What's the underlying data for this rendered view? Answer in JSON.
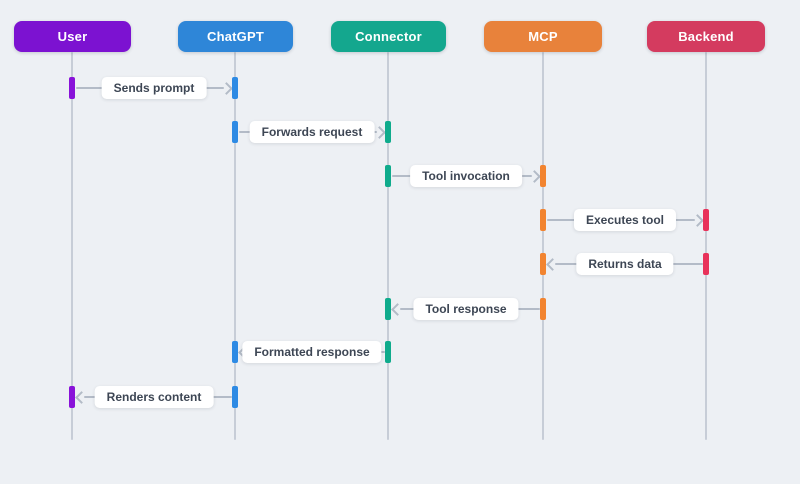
{
  "diagram": {
    "type": "sequence-diagram",
    "background_color": "#edf0f4",
    "lifeline_color": "#c7cdd7",
    "arrow_color": "#b3bbc7",
    "label_text_color": "#3d4654",
    "actors": [
      {
        "name": "User",
        "color": "#7c12d1"
      },
      {
        "name": "ChatGPT",
        "color": "#2e86d8"
      },
      {
        "name": "Connector",
        "color": "#14a78e"
      },
      {
        "name": "MCP",
        "color": "#e8823b"
      },
      {
        "name": "Backend",
        "color": "#d43b5f"
      }
    ],
    "messages": [
      {
        "label": "Sends prompt",
        "from": "User",
        "to": "ChatGPT",
        "direction": "right"
      },
      {
        "label": "Forwards request",
        "from": "ChatGPT",
        "to": "Connector",
        "direction": "right"
      },
      {
        "label": "Tool invocation",
        "from": "Connector",
        "to": "MCP",
        "direction": "right"
      },
      {
        "label": "Executes tool",
        "from": "MCP",
        "to": "Backend",
        "direction": "right"
      },
      {
        "label": "Returns data",
        "from": "Backend",
        "to": "MCP",
        "direction": "left"
      },
      {
        "label": "Tool response",
        "from": "MCP",
        "to": "Connector",
        "direction": "left"
      },
      {
        "label": "Formatted response",
        "from": "Connector",
        "to": "ChatGPT",
        "direction": "left"
      },
      {
        "label": "Renders content",
        "from": "ChatGPT",
        "to": "User",
        "direction": "left"
      }
    ]
  }
}
